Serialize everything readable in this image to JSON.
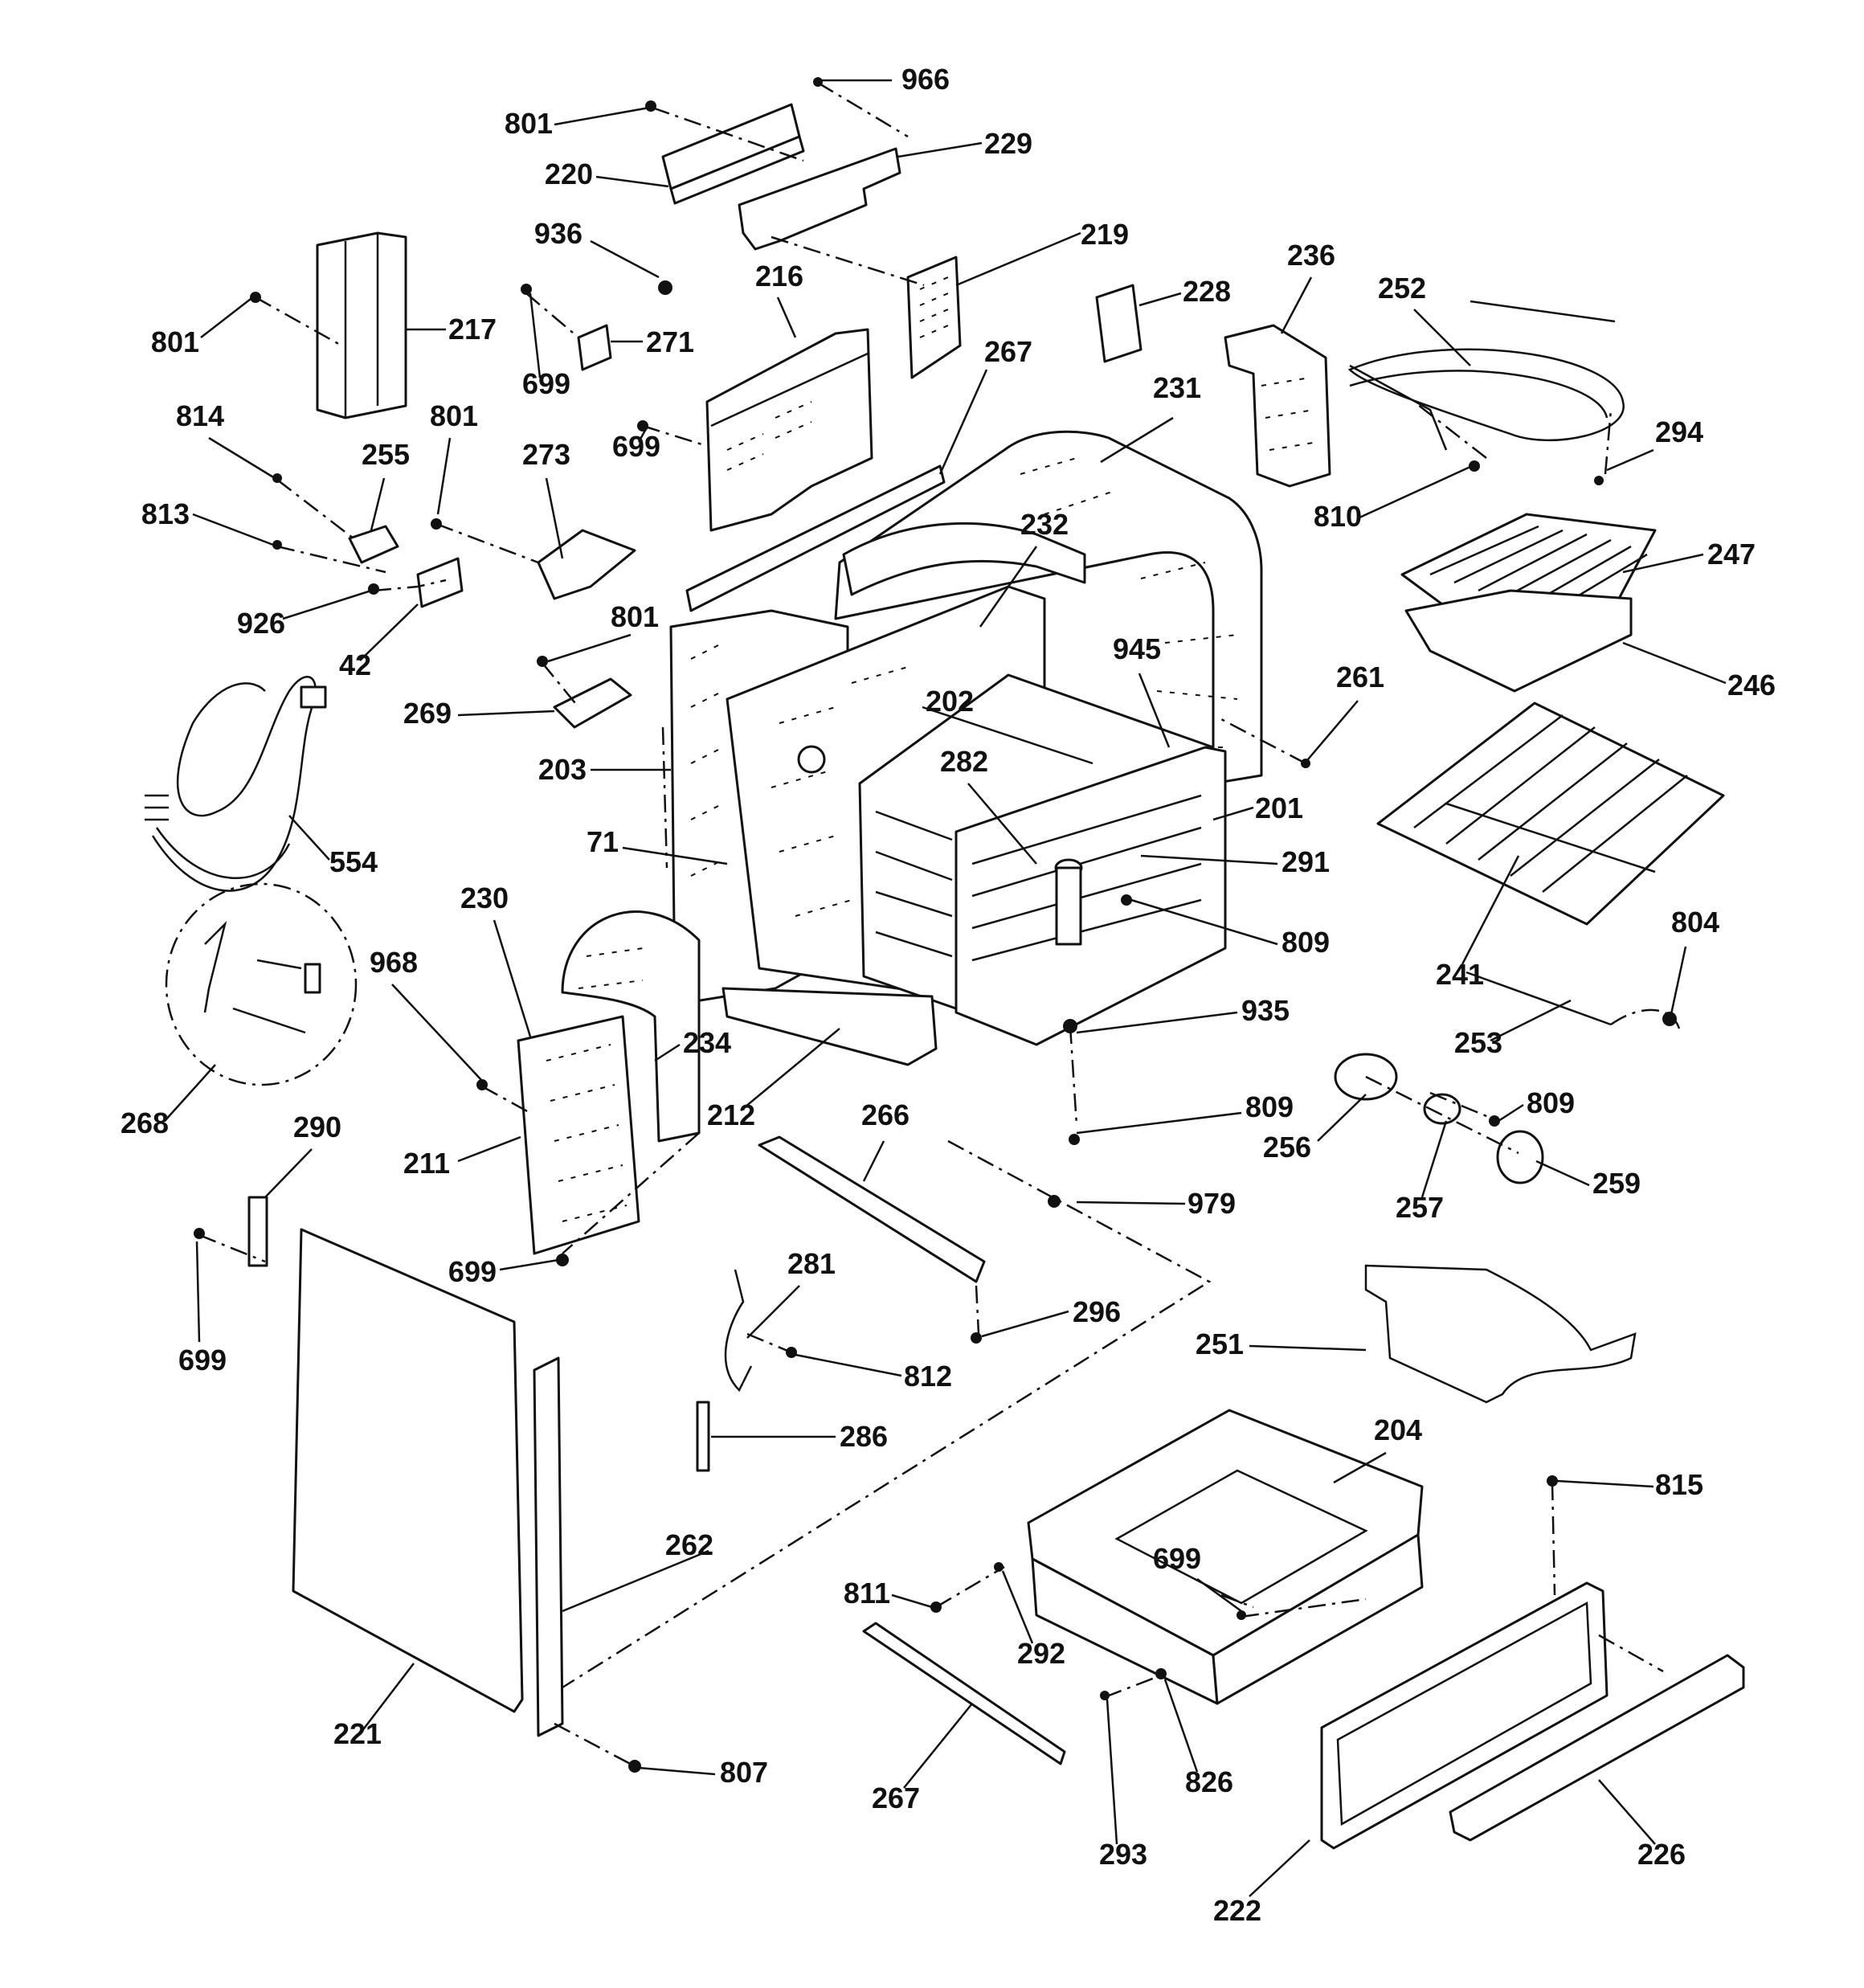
{
  "diagram": {
    "part_labels": [
      "966",
      "801",
      "229",
      "220",
      "219",
      "936",
      "216",
      "228",
      "236",
      "252",
      "801",
      "217",
      "271",
      "699",
      "267",
      "231",
      "294",
      "699",
      "814",
      "255",
      "801",
      "273",
      "810",
      "813",
      "232",
      "247",
      "926",
      "42",
      "246",
      "801",
      "945",
      "261",
      "269",
      "202",
      "554",
      "203",
      "282",
      "201",
      "71",
      "291",
      "230",
      "809",
      "804",
      "968",
      "234",
      "935",
      "241",
      "253",
      "268",
      "212",
      "266",
      "809",
      "809",
      "290",
      "256",
      "257",
      "211",
      "259",
      "979",
      "699",
      "699",
      "281",
      "296",
      "251",
      "812",
      "286",
      "204",
      "815",
      "262",
      "699",
      "811",
      "292",
      "221",
      "826",
      "807",
      "267",
      "293",
      "226",
      "222"
    ]
  }
}
